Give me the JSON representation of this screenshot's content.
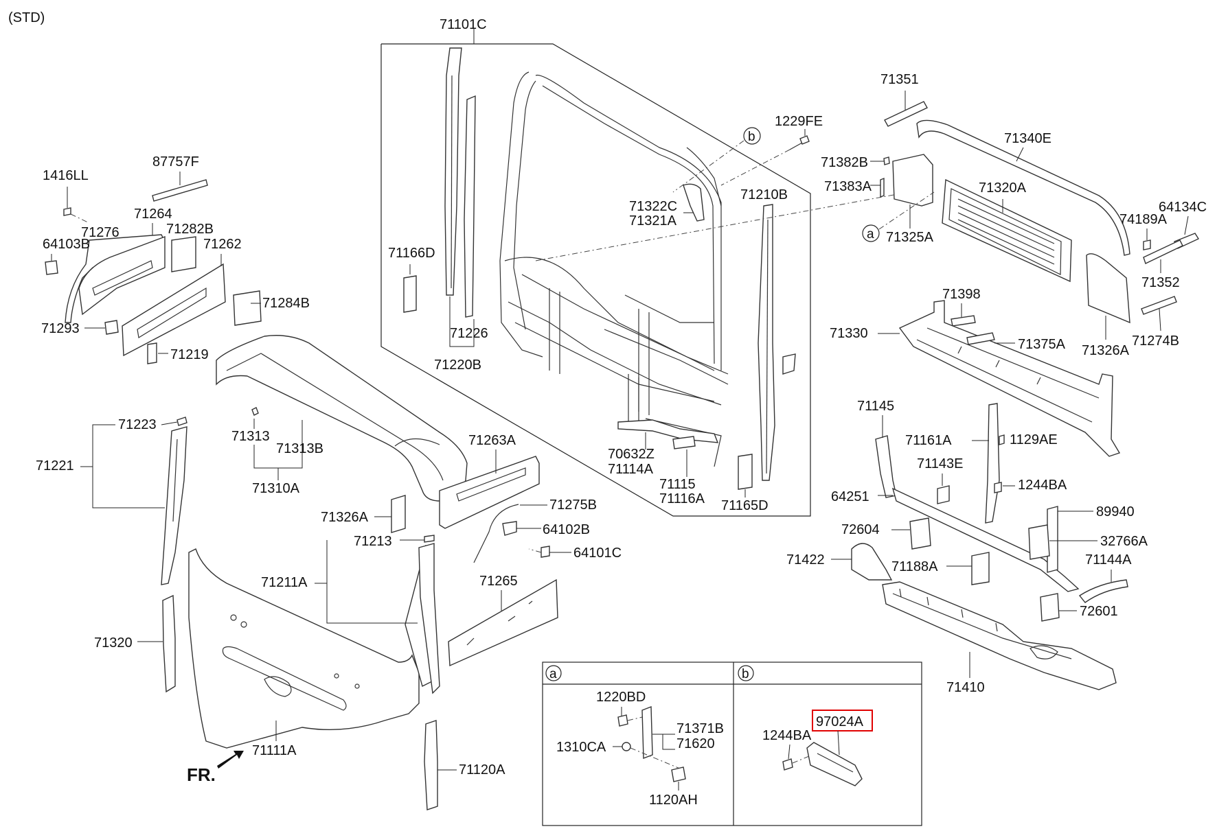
{
  "variant": "(STD)",
  "front_marker": "FR.",
  "parts": {
    "p1416LL": "1416LL",
    "p87757F": "87757F",
    "p71264": "71264",
    "p71276": "71276",
    "p71282B": "71282B",
    "p64103B": "64103B",
    "p71262": "71262",
    "p71284B": "71284B",
    "p71293": "71293",
    "p71219": "71219",
    "p71101C": "71101C",
    "p1229FE": "1229FE",
    "p71322C": "71322C",
    "p71321A": "71321A",
    "p71210B": "71210B",
    "p71166D": "71166D",
    "p71226": "71226",
    "p71220B": "71220B",
    "p70632Z": "70632Z",
    "p71114A": "71114A",
    "p71115": "71115",
    "p71116A": "71116A",
    "p71165D": "71165D",
    "p71351": "71351",
    "p71340E": "71340E",
    "p71382B": "71382B",
    "p71383A": "71383A",
    "p71320A": "71320A",
    "p64134C": "64134C",
    "p74189A": "74189A",
    "p71325A": "71325A",
    "p71352": "71352",
    "p71398": "71398",
    "p71330": "71330",
    "p71375A": "71375A",
    "p71326A_right": "71326A",
    "p71274B": "71274B",
    "p71223": "71223",
    "p71221": "71221",
    "p71313": "71313",
    "p71313B": "71313B",
    "p71310A": "71310A",
    "p71263A": "71263A",
    "p71326A_left": "71326A",
    "p71275B": "71275B",
    "p71213": "71213",
    "p64102B": "64102B",
    "p64101C": "64101C",
    "p71211A": "71211A",
    "p71265": "71265",
    "p71320": "71320",
    "p71111A": "71111A",
    "p71120A": "71120A",
    "p71145": "71145",
    "p71161A": "71161A",
    "p1129AE": "1129AE",
    "p71143E": "71143E",
    "p1244BA_right": "1244BA",
    "p64251": "64251",
    "p89940": "89940",
    "p72604": "72604",
    "p32766A": "32766A",
    "p71144A": "71144A",
    "p71422": "71422",
    "p71188A": "71188A",
    "p72601": "72601",
    "p71410": "71410",
    "p1220BD": "1220BD",
    "p71371B": "71371B",
    "p71620": "71620",
    "p1310CA": "1310CA",
    "p1120AH": "1120AH",
    "p1244BA_detail": "1244BA",
    "p97024A": "97024A"
  },
  "callouts": {
    "a": "a",
    "b": "b"
  },
  "detail_panels": {
    "a_label": "a",
    "b_label": "b"
  },
  "highlight_color": "#e00000"
}
